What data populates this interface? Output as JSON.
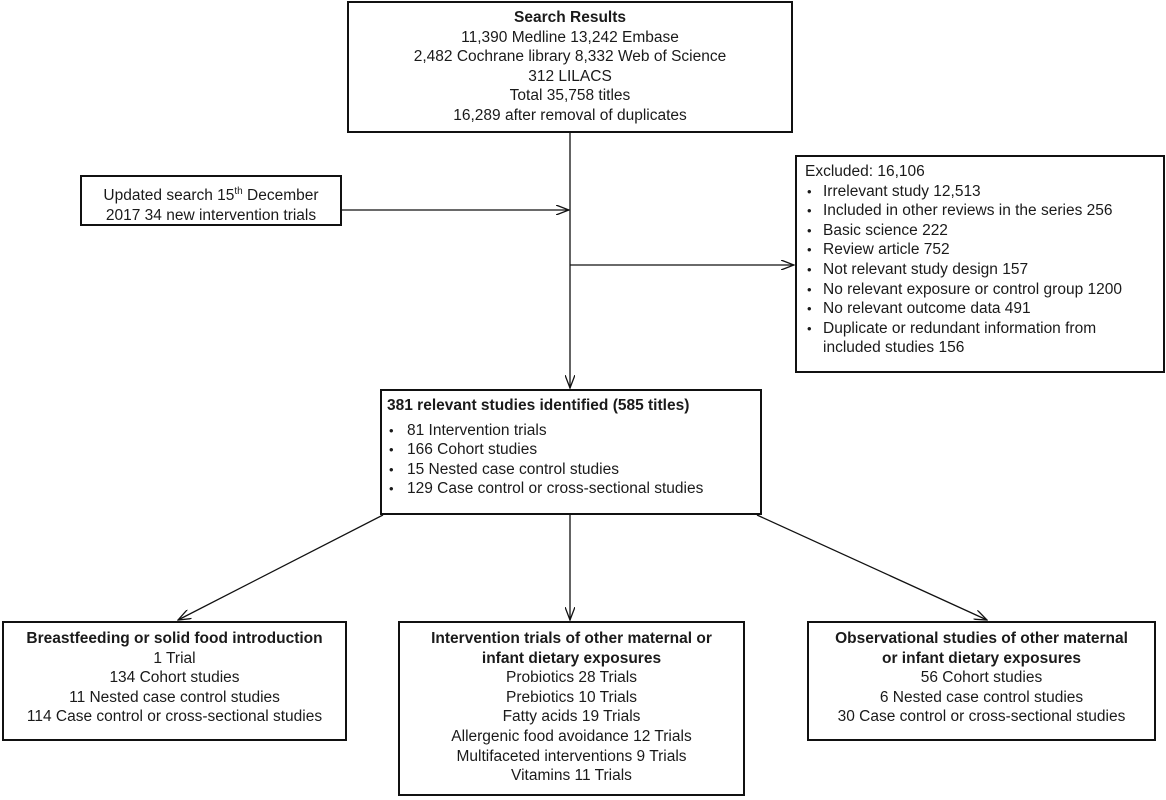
{
  "search": {
    "title": "Search Results",
    "lines": [
      "11,390 Medline 13,242 Embase",
      "2,482 Cochrane library 8,332 Web of Science",
      "312 LILACS",
      "Total 35,758 titles",
      "16,289 after removal of duplicates"
    ]
  },
  "updated": {
    "line1_pre": "Updated search 15",
    "line1_sup": "th",
    "line1_post": " December",
    "line2": "2017 34 new intervention trials"
  },
  "excluded": {
    "title": "Excluded: 16,106",
    "items": [
      "Irrelevant  study 12,513",
      "Included in other reviews  in the series 256",
      "Basic science 222",
      "Review  article 752",
      "Not relevant study design 157",
      "No relevant exposure or control group 1200",
      "No relevant outcome data 491",
      "Duplicate or redundant information from included studies 156"
    ]
  },
  "relevant": {
    "title": "381 relevant studies identified (585 titles)",
    "items": [
      "81 Intervention  trials",
      "166 Cohort studies",
      "15 Nested case control studies",
      "129 Case control or cross-sectional studies"
    ]
  },
  "breastfeeding": {
    "title": "Breastfeeding or solid food introduction",
    "lines": [
      "1 Trial",
      "134 Cohort studies",
      "11 Nested case control studies",
      "114 Case control or cross-sectional studies"
    ]
  },
  "interventions": {
    "title_lines": [
      "Intervention trials of other maternal or",
      "infant dietary exposures"
    ],
    "lines": [
      "Probiotics 28 Trials",
      "Prebiotics 10 Trials",
      "Fatty acids 19 Trials",
      "Allergenic food avoidance  12 Trials",
      "Multifaceted interventions  9 Trials",
      "Vitamins 11 Trials"
    ]
  },
  "observational": {
    "title_lines": [
      "Observational studies  of other maternal",
      "or infant dietary exposures"
    ],
    "lines": [
      "56 Cohort  studies",
      "6 Nested case control studies",
      "30 Case control or cross-sectional studies"
    ]
  },
  "colors": {
    "line": "#111111",
    "text": "#1a1a1a",
    "background": "#ffffff"
  }
}
